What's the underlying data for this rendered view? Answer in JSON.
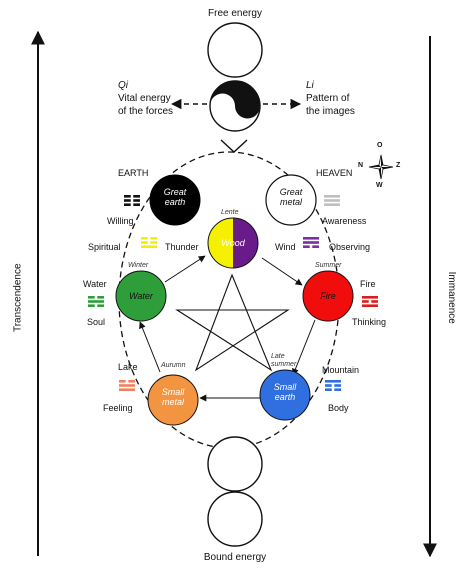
{
  "top_label": "Free energy",
  "bottom_label": "Bound energy",
  "left_axis_label": "Transcendence",
  "right_axis_label": "Immanence",
  "qi": {
    "title": "Qi",
    "line1": "Vital energy",
    "line2": "of the forces"
  },
  "li": {
    "title": "Li",
    "line1": "Pattern of",
    "line2": "the images"
  },
  "compass": {
    "n": "O",
    "s": "W",
    "w": "N",
    "e": "Z"
  },
  "trigram_labels": {
    "earth": "EARTH",
    "heaven": "HEAVEN",
    "willing": "Willing",
    "awareness": "Awareness",
    "spiritual": "Spiritual",
    "thunder": "Thunder",
    "wind": "Wind",
    "observing": "Observing",
    "water": "Water",
    "soul": "Soul",
    "fire": "Fire",
    "thinking": "Thinking",
    "lake": "Lake",
    "feeling": "Feeling",
    "mountain": "Mountain",
    "body": "Body"
  },
  "elements": {
    "great_earth": {
      "line1": "Great",
      "line2": "earth",
      "color": "#000000"
    },
    "great_metal": {
      "line1": "Great",
      "line2": "metal",
      "color": "#ffffff"
    },
    "wood": {
      "label": "Wood",
      "color_a": "#f5f000",
      "color_b": "#6a1b8a"
    },
    "water": {
      "label": "Water",
      "color": "#2e9e3a"
    },
    "fire": {
      "label": "Fire",
      "color": "#f20d0d"
    },
    "small_metal": {
      "line1": "Small",
      "line2": "metal",
      "color": "#f39440"
    },
    "small_earth": {
      "line1": "Small",
      "line2": "earth",
      "color": "#2f6fe0"
    }
  },
  "seasons": {
    "lente": "Lente",
    "winter": "Winter",
    "summer": "Summer",
    "aurumn": "Aurumn",
    "late_summer_1": "Late",
    "late_summer_2": "summer"
  },
  "colors": {
    "earth_trigram": "#111111",
    "heaven_trigram": "#bfbfbf",
    "thunder_trigram": "#f5f000",
    "wind_trigram": "#7b2fa0",
    "water_trigram": "#2e9e3a",
    "fire_trigram": "#e01b1b",
    "lake_trigram": "#f08060",
    "mountain_trigram": "#2f6fe0"
  }
}
